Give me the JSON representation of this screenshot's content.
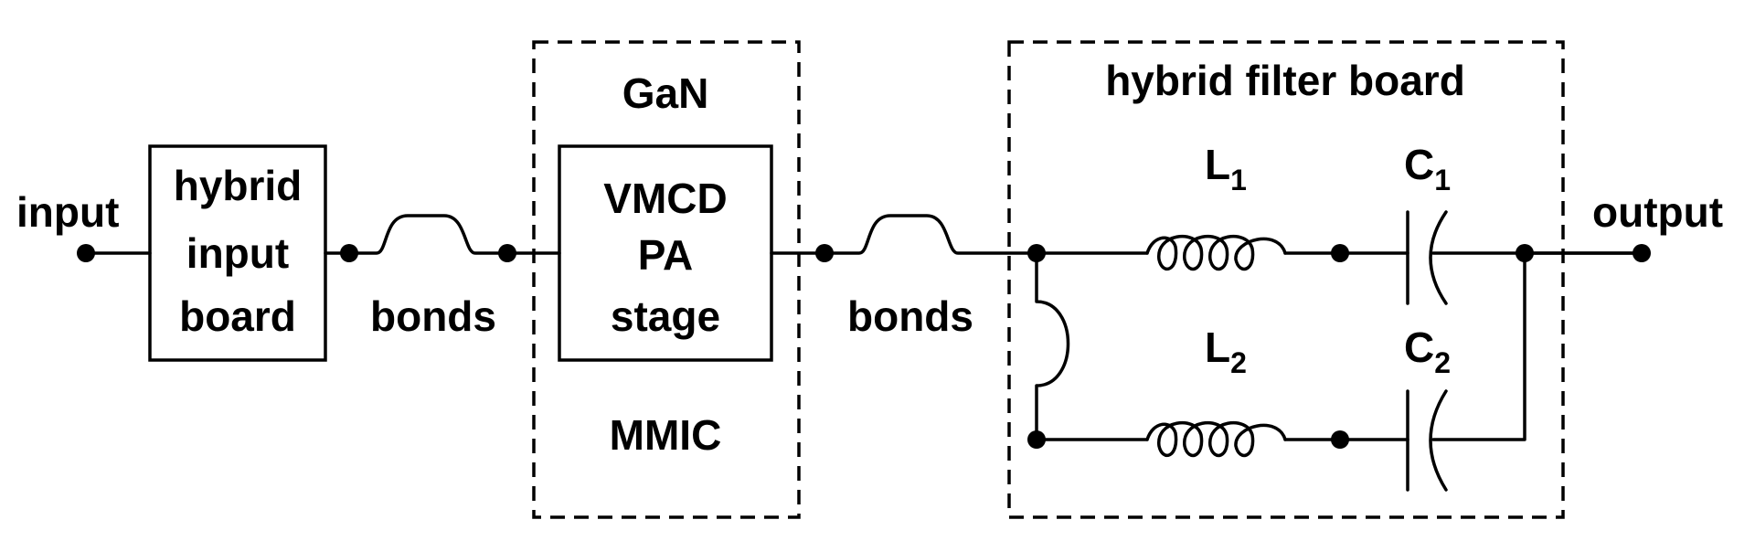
{
  "labels": {
    "input": "input",
    "output": "output",
    "input_board_line1": "hybrid",
    "input_board_line2": "input",
    "input_board_line3": "board",
    "bonds_left": "bonds",
    "bonds_right": "bonds",
    "mmic_top": "GaN",
    "mmic_bottom": "MMIC",
    "pa_line1": "VMCD",
    "pa_line2": "PA",
    "pa_line3": "stage",
    "filter_board": "hybrid filter board",
    "L1_main": "L",
    "L1_sub": "1",
    "L2_main": "L",
    "L2_sub": "2",
    "C1_main": "C",
    "C1_sub": "1",
    "C2_main": "C",
    "C2_sub": "2"
  }
}
